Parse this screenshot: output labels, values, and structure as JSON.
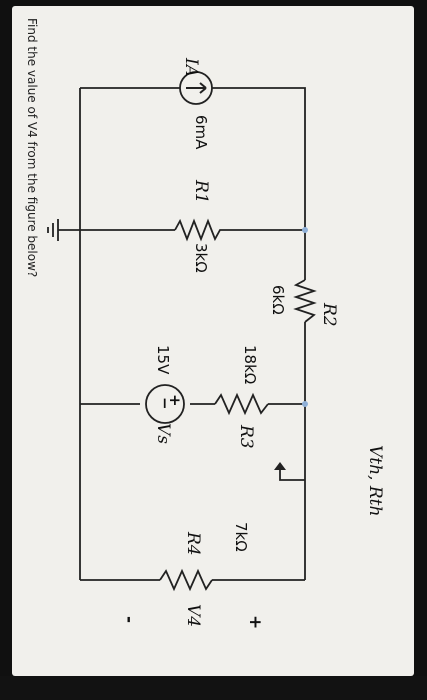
{
  "question": "Find the value of V4 from the figure below?",
  "labels": {
    "ia": "IA",
    "current_value": "6mA",
    "r1_name": "R1",
    "r1_value": "3kΩ",
    "r2_name": "R2",
    "r2_value": "6kΩ",
    "r3_name": "R3",
    "r3_value": "18kΩ",
    "vs_name": "Vs",
    "vs_value": "15V",
    "vs_plus": "+",
    "vs_minus": "−",
    "r4_name": "R4",
    "r4_value": "7kΩ",
    "vth_label": "Vth, Rth",
    "v4_name": "V4",
    "v4_plus": "+",
    "v4_minus": "-"
  }
}
